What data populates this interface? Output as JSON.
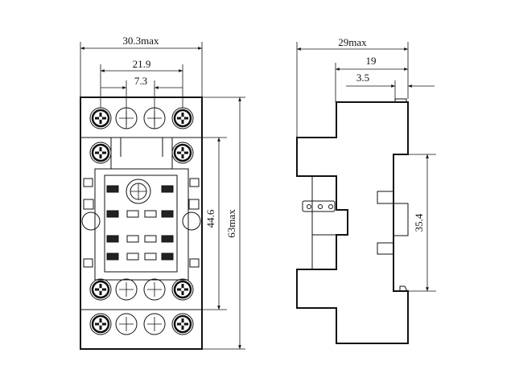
{
  "title": "Relay socket dimensional drawing",
  "front_view": {
    "width_label": "30.3max",
    "terminal_pitch_label": "21.9",
    "inner_pitch_label": "7.3",
    "mount_height_label": "44.6",
    "height_label": "63max"
  },
  "side_view": {
    "depth_label": "29max",
    "rail_depth_label": "19",
    "offset_label": "3.5",
    "rail_height_label": "35.4"
  },
  "colors": {
    "line": "#111111",
    "background": "#ffffff"
  }
}
